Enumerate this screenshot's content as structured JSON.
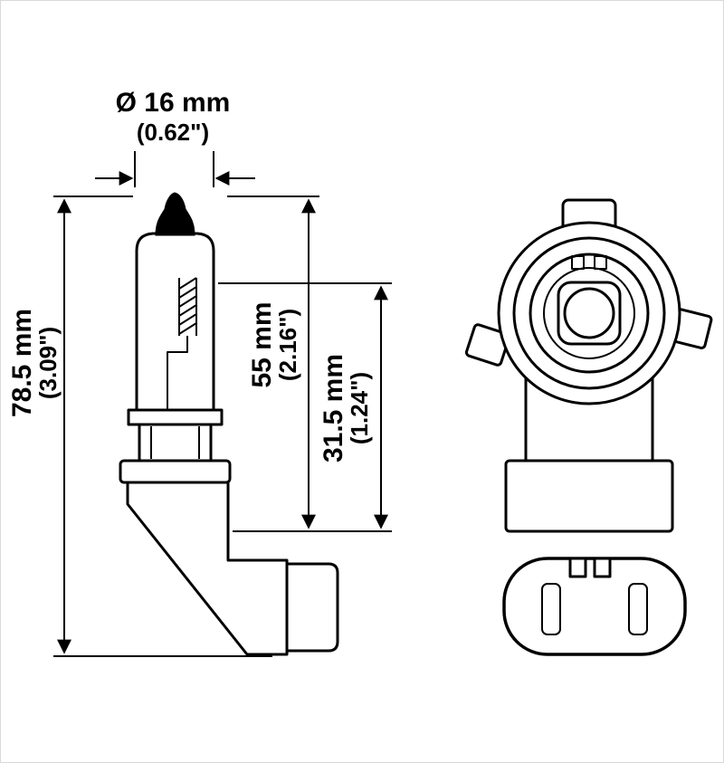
{
  "diagram": {
    "background": "#ffffff",
    "line_color": "#000000",
    "dims": {
      "diameter_mm": "Ø 16 mm",
      "diameter_in": "(0.62\")",
      "overall_mm": "78.5 mm",
      "overall_in": "(3.09\")",
      "glass_mm": "55 mm",
      "glass_in": "(2.16\")",
      "base_mm": "31.5 mm",
      "base_in": "(1.24\")"
    }
  }
}
